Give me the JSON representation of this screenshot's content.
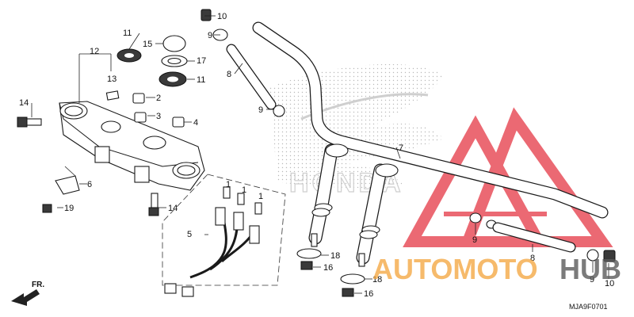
{
  "diagram": {
    "callouts": {
      "c1a": "1",
      "c1b": "1",
      "c1c": "1",
      "c2": "2",
      "c3": "3",
      "c4": "4",
      "c5": "5",
      "c6": "6",
      "c7": "7",
      "c8a": "8",
      "c8b": "8",
      "c9a": "9",
      "c9b": "9",
      "c9c": "9",
      "c9d": "9",
      "c10a": "10",
      "c10b": "10",
      "c11a": "11",
      "c11b": "11",
      "c12": "12",
      "c13": "13",
      "c14a": "14",
      "c14b": "14",
      "c15": "15",
      "c16a": "16",
      "c16b": "16",
      "c17": "17",
      "c18a": "18",
      "c18b": "18",
      "c19": "19"
    },
    "direction_label": "FR.",
    "diagram_code": "MJA9F0701",
    "background_logo_text": "HONDA"
  },
  "watermark": {
    "part1": "AUTOMOTO",
    "part2": "HUB",
    "colors": {
      "orange": "#f3a33a",
      "red": "#e8505b",
      "gray": "#5b5b5b"
    }
  }
}
